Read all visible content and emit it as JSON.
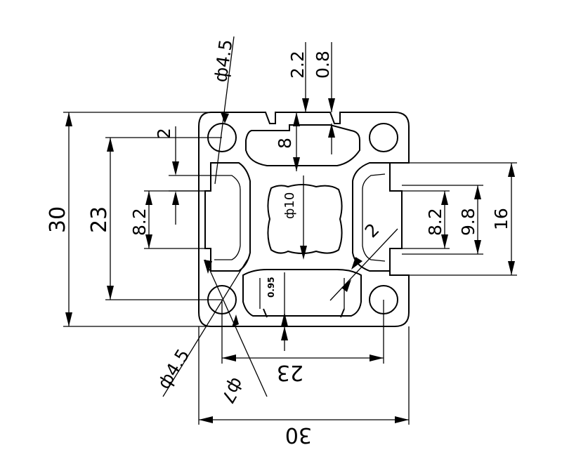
{
  "colors": {
    "line": "#000000",
    "background": "#ffffff"
  },
  "dimensions": {
    "top_hole_dia": "ф4.5",
    "slot_width": "2.2",
    "slot_wall": "0.8",
    "slot_depth_top": "8",
    "left_height_outer": "30",
    "left_height_inner": "23",
    "left_lip": "2",
    "left_slot": "8.2",
    "center_bore": "ф10",
    "right_slot": "8.2",
    "right_inner": "9.8",
    "right_outer": "16",
    "diag_wall": "2",
    "wall_thickness": "0.95",
    "bottom_inner": "23",
    "bottom_outer": "30",
    "bottom_hole_dia": "ф4.5",
    "bottom_fillet_dia": "ф7"
  }
}
